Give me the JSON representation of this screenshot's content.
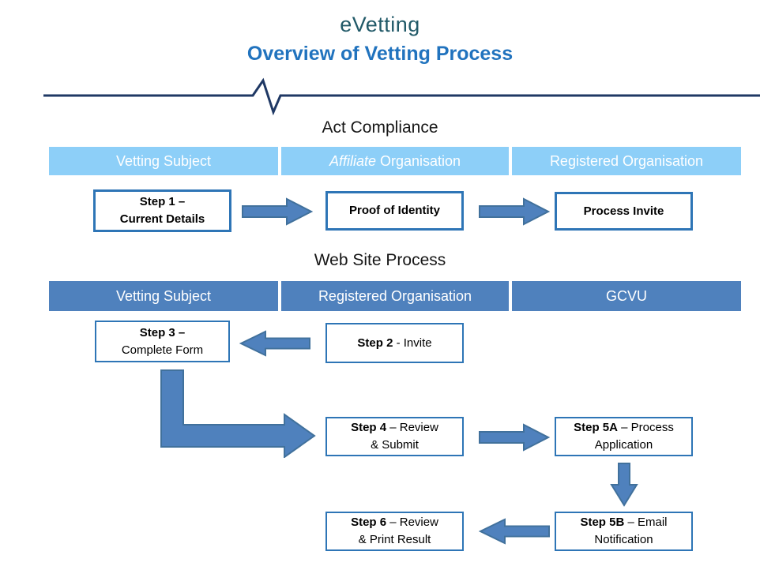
{
  "title": {
    "app": "eVetting",
    "subtitle": "Overview of Vetting Process"
  },
  "act_compliance": {
    "heading": "Act Compliance",
    "columns": [
      {
        "text": "Vetting Subject"
      },
      {
        "italic": "Affiliate",
        "text": " Organisation"
      },
      {
        "text": "Registered Organisation"
      }
    ],
    "boxes": {
      "step1": {
        "bold": "Step 1 –",
        "line2": "Current Details"
      },
      "proof_of_identity": {
        "label": "Proof of Identity"
      },
      "process_invite": {
        "label": "Process Invite"
      }
    }
  },
  "web_site_process": {
    "heading": "Web Site Process",
    "columns": [
      {
        "text": "Vetting Subject"
      },
      {
        "text": "Registered Organisation"
      },
      {
        "text": "GCVU"
      }
    ],
    "boxes": {
      "step3": {
        "bold": "Step 3 –",
        "line2": "Complete Form"
      },
      "step2": {
        "bold": "Step 2",
        "rest": " - Invite"
      },
      "step4": {
        "bold": "Step 4",
        "rest": " – Review",
        "line2": "& Submit"
      },
      "step5a": {
        "bold": "Step 5A",
        "rest": " – Process",
        "line2": "Application"
      },
      "step5b": {
        "bold": "Step 5B",
        "rest": " – Email",
        "line2": "Notification"
      },
      "step6": {
        "bold": "Step 6",
        "rest": " – Review",
        "line2": "& Print Result"
      }
    }
  },
  "colors": {
    "title_teal": "#215968",
    "subtitle_blue": "#2173BE",
    "divider_navy": "#1F3864",
    "band_light_blue": "#8DCFF8",
    "band_medium_blue": "#4F81BD",
    "box_border_blue": "#2E75B6",
    "arrow_fill": "#4F81BD",
    "arrow_stroke": "#41719C"
  }
}
